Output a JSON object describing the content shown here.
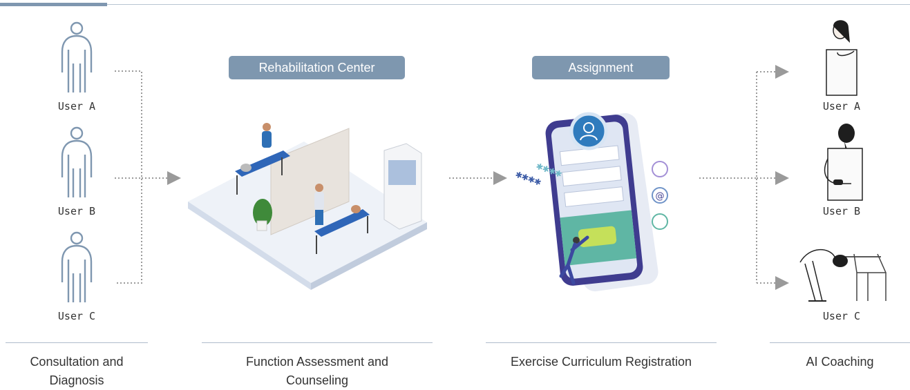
{
  "diagram": {
    "left_users": [
      {
        "label": "User A",
        "icon": "person-outline-icon"
      },
      {
        "label": "User B",
        "icon": "person-outline-icon"
      },
      {
        "label": "User C",
        "icon": "person-outline-icon"
      }
    ],
    "right_users": [
      {
        "label": "User A",
        "icon": "shoulder-stretch-person-icon"
      },
      {
        "label": "User B",
        "icon": "back-stretch-person-icon"
      },
      {
        "label": "User C",
        "icon": "chair-stretch-person-icon"
      }
    ],
    "center_badge": "Rehabilitation Center",
    "assignment_badge": "Assignment",
    "stages": [
      {
        "label": "Consultation and Diagnosis"
      },
      {
        "label": "Function Assessment and Counseling"
      },
      {
        "label": "Exercise Curriculum Registration"
      },
      {
        "label": "AI Coaching"
      }
    ],
    "colors": {
      "accent": "#7e97af",
      "icon_outline": "#7f97b0",
      "arrow": "#9a9a9a",
      "divider": "#aebccb"
    }
  }
}
